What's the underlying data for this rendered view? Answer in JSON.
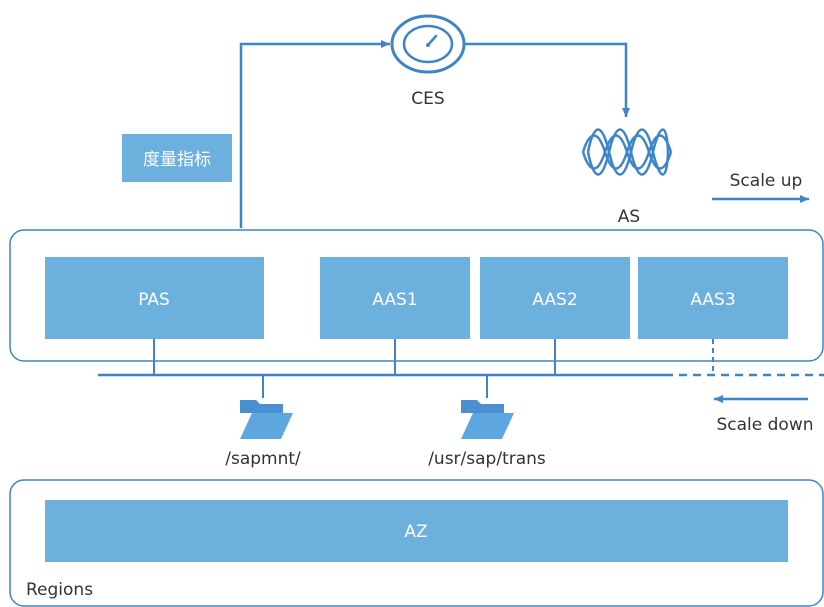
{
  "ces": {
    "label": "CES",
    "icon": "gauge-icon"
  },
  "as": {
    "label": "AS",
    "icon": "autoscaling-wave-icon"
  },
  "metrics": {
    "label": "度量指标"
  },
  "scale": {
    "up": "Scale up",
    "down": "Scale down"
  },
  "servers": {
    "pas": "PAS",
    "aas1": "AAS1",
    "aas2": "AAS2",
    "aas3": "AAS3"
  },
  "shares": {
    "sapmnt": "/sapmnt/",
    "trans": "/usr/sap/trans",
    "icon": "folder-open-icon"
  },
  "az": {
    "label": "AZ"
  },
  "regions": {
    "label": "Regions"
  },
  "colors": {
    "line": "#3d85c6",
    "box_fill": "#6cb0de",
    "box_text": "#ffffff",
    "container_border": "#3d85c6",
    "label_text": "#333333"
  }
}
